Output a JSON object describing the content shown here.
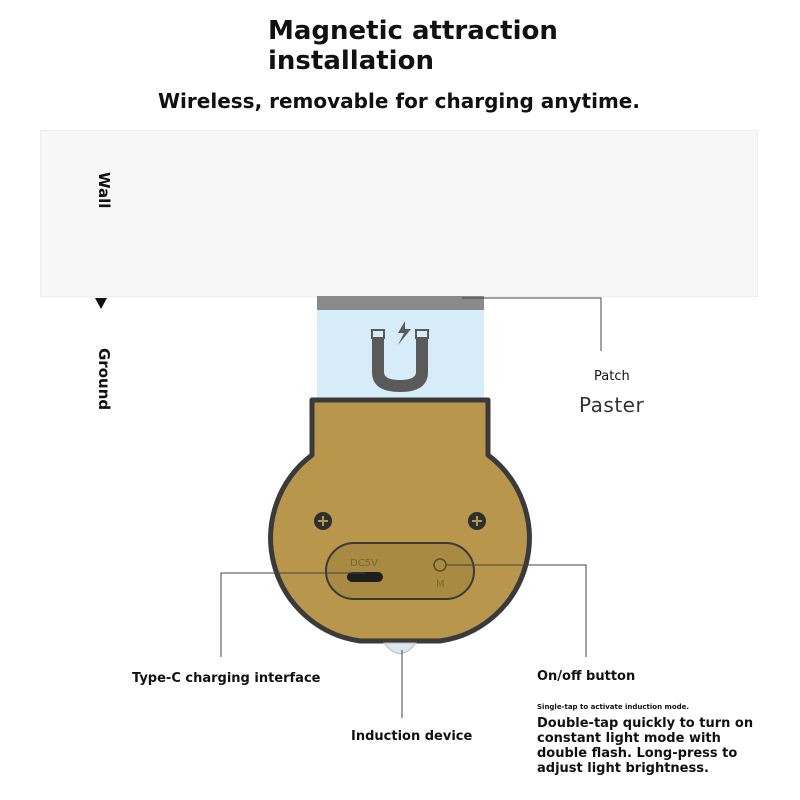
{
  "header": {
    "title_line1": "Magnetic attraction",
    "title_line2": "installation",
    "subtitle": "Wireless, removable for charging anytime."
  },
  "side_labels": {
    "wall": "Wall",
    "ground": "Ground"
  },
  "callouts": {
    "patch": "Patch",
    "paster": "Paster",
    "typec": "Type-C charging interface",
    "induction": "Induction device",
    "onoff": "On/off button",
    "onoff_note_small": "Single-tap to activate induction mode.",
    "onoff_note": "Double-tap quickly to turn on constant light mode with double flash. Long-press to adjust light brightness."
  },
  "device": {
    "port_label": "DC5V",
    "button_label": "M"
  },
  "colors": {
    "body": "#b8974c",
    "outline": "#3a3a3a",
    "magnet_panel": "#d6ecf8",
    "patch_strip": "#8a8a8a",
    "wall": "#f7f7f7"
  },
  "icons": {
    "magnet": "magnet-charge-icon",
    "screw": "screw-icon",
    "port": "usb-c-port-icon"
  }
}
